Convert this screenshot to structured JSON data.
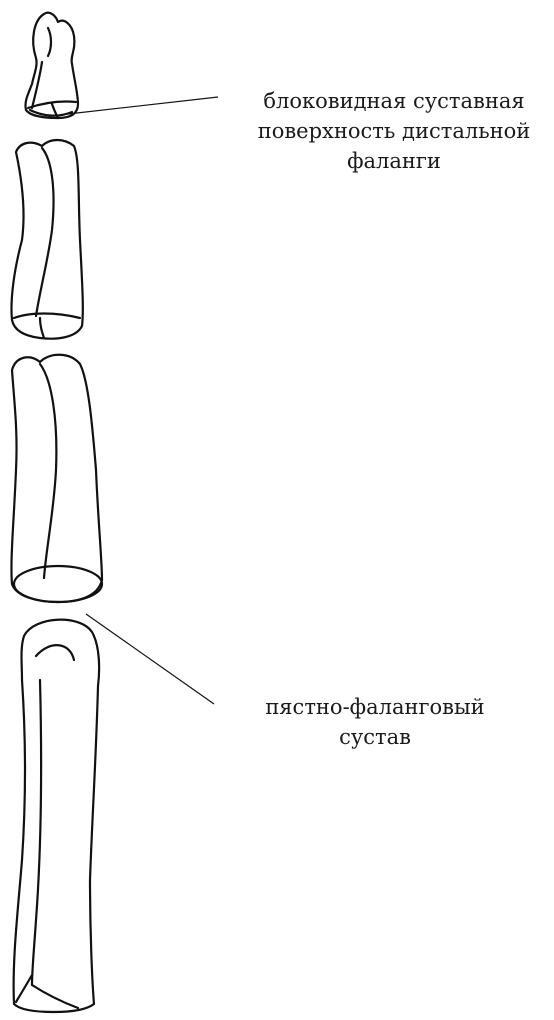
{
  "labels": {
    "distal_phalanx_surface": {
      "lines": [
        "блоковидная суставная",
        "поверхность дистальной",
        "фаланги"
      ]
    },
    "metacarpophalangeal_joint": {
      "lines": [
        "пястно-фаланговый",
        "сустав"
      ]
    }
  },
  "colors": {
    "line": "#111111",
    "text": "#1a1a1a",
    "background": "#ffffff"
  }
}
